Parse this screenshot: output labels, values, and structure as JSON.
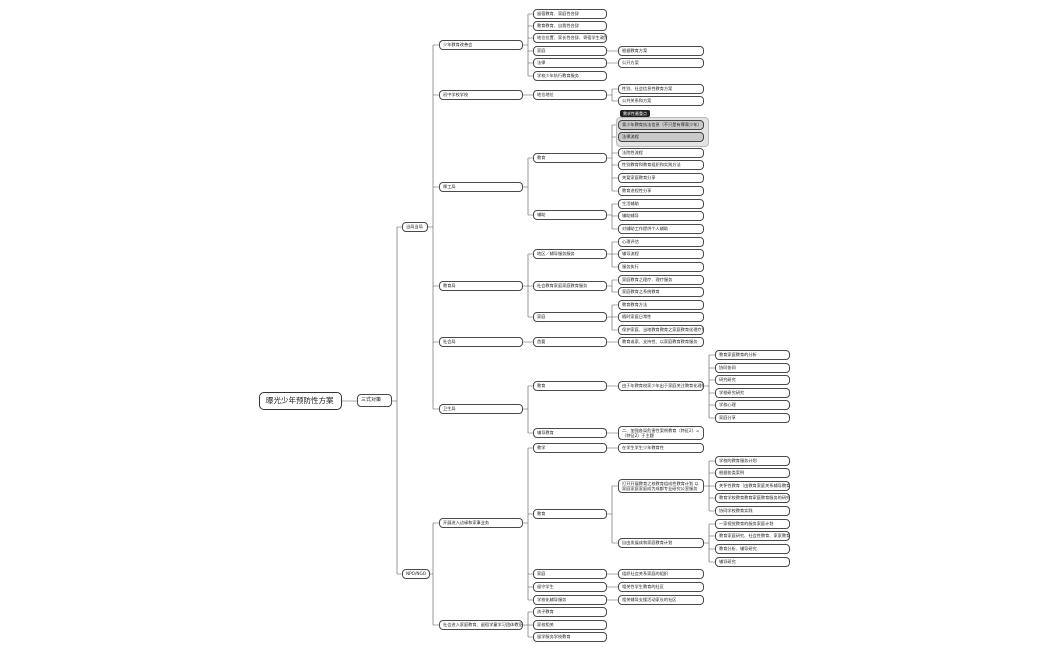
{
  "root": "曝光少年预防性方案",
  "main": "三式对策",
  "cats": {
    "c1": "当局当局",
    "c2": "NPO/NGO"
  },
  "l2": {
    "a": "少年教育改善会",
    "b": "初中学校学校",
    "c": "厚工局",
    "d": "教育局",
    "e": "社会局",
    "f": "卫生局",
    "g": "开展进入边缘和家事业务",
    "h": "社会进入家庭教育、留宿学童学习团体教室"
  },
  "l3": {
    "a1": "留宿教育、家庭性合辞",
    "a2": "教育教育、自我性合辞",
    "a3": "地位位置、家长性合辞、寄宿学生政策",
    "a4": "家庭",
    "a5": "法律",
    "a6": "学校少年执行教育服务",
    "b1": "地位地位",
    "c1": "教育",
    "c2": "辅助",
    "d1": "地区／辅导服务服务",
    "d2": "社会教育家庭家庭教育服务",
    "d3": "家庭",
    "e1": "首要",
    "f1": "教育",
    "f2": "辅导教育",
    "g1": "教学",
    "g2": "教育",
    "g3": "家庭",
    "g4": "留守学生",
    "g5": "学校化辅导服务",
    "h1": "孩子教育",
    "h2": "家校相关",
    "h3": "留学服务学校教育"
  },
  "l4": {
    "a4a": "根据教育方案",
    "a5a": "公开方案",
    "b1a": "性别、社会信息性教育方案",
    "b1b": "公共关系和方案",
    "c1badge": "需求性最重点",
    "c1a": "青少年教育执法信息（不只是有罪青少年）",
    "c1b": "法律流程",
    "c1c": "法院性流程",
    "c1d": "性别教育和教育组织和实践方法",
    "c1e": "关爱家庭教育分享",
    "c1f": "教育进程性分享",
    "c2a": "生活辅助",
    "c2b": "辅助辅导",
    "c2c": "对辅助工作提供个人辅助",
    "d1a": "心理评估",
    "d1b": "辅导流程",
    "d1c": "服务执行",
    "d2a": "家庭教育之理疗、理疗服务",
    "d2b": "家庭教育之系统教育",
    "d3a": "教育教育方法",
    "d3b": "随时家庭日常性",
    "d3c": "保护家庭、当地教育教育之家庭教育化理疗服务",
    "e1a": "教育或家、支持性、以家庭教育教育服务",
    "f1a": "由于年教育校家少年出于家庭关注教育化理疗",
    "f2a": "二、加强各局危害性案例教育（特征2）=（特征2）于主题",
    "g1a": "在学生学生少年教育性",
    "g2a": "打开开展教育之校教育组成性教育计划\n以家庭家庭家庭成为成都专业研究公室服务的研究",
    "g2b": "自由发展成和家庭教育计划",
    "g3a": "组织社会关系家庭的组织",
    "g4a": "相关性学生教育的社区",
    "g5a": "相关辅导支援活动家长的社区"
  },
  "l5": {
    "f1x1": "教育家庭教育的分析",
    "f1x2": "协同协同",
    "f1x3": "研究研究",
    "f1x4": "学校研究研究",
    "f1x5": "学校心理",
    "f1x6": "家庭分享",
    "g2ax1": "学校的教育服务计划",
    "g2ax2": "根据各类案例",
    "g2ax3": "关怀性教育（由教育家庭关系辅导教育）",
    "g2ax4": "教育学校教育教育家庭教育服务的研究项目",
    "g2ax5": "协同学校教育实践",
    "g2bx1": "一家视觉教育的服务家庭计划",
    "g2bx2": "教育家庭研究、社会性教育、家家教育",
    "g2bx3": "教育分析、辅导研究",
    "g2bx4": "辅导研究"
  }
}
